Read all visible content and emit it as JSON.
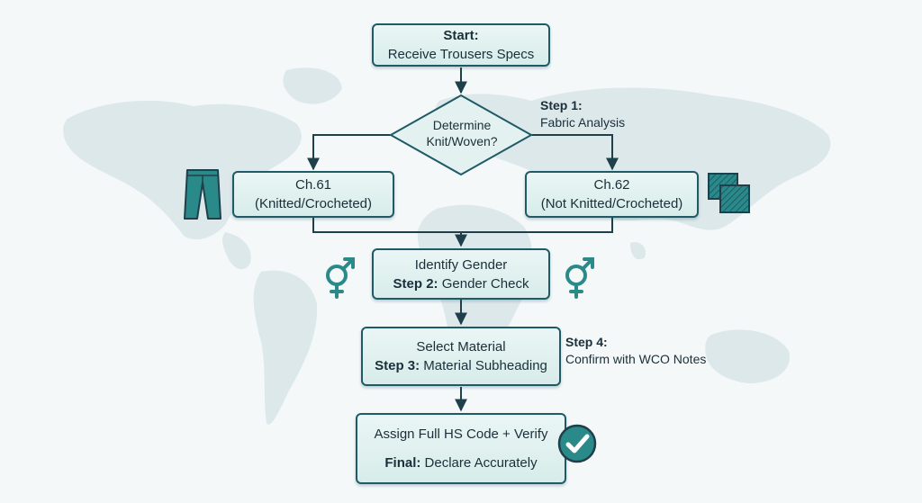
{
  "nodes": {
    "start": {
      "label": "Start:",
      "text": "Receive Trousers Specs"
    },
    "decision": {
      "text": "Determine Knit/Woven?"
    },
    "ch61": {
      "title": "Ch.61",
      "text": "(Knitted/Crocheted)"
    },
    "ch62": {
      "title": "Ch.62",
      "text": "(Not Knitted/Crocheted)"
    },
    "gender": {
      "title": "Identify Gender",
      "label": "Step 2:",
      "text": "Gender Check"
    },
    "material": {
      "title": "Select Material",
      "label": "Step 3:",
      "text": "Material Subheading"
    },
    "final": {
      "title": "Assign Full HS Code + Verify",
      "label": "Final:",
      "text": "Declare Accurately"
    }
  },
  "notes": {
    "step1": {
      "label": "Step 1:",
      "text": "Fabric Analysis"
    },
    "step4": {
      "label": "Step 4:",
      "text": "Confirm with WCO Notes"
    }
  },
  "icons": {
    "trousers": "trousers-icon",
    "fabric": "fabric-swatches-icon",
    "gender_left": "gender-symbol-icon",
    "gender_right": "gender-symbol-icon",
    "check": "checkmark-badge-icon"
  },
  "colors": {
    "box_border": "#1f5a66",
    "box_fill": "#e3f2f1",
    "connector": "#1f3f4a",
    "icon_teal": "#2a8a8a",
    "map": "#dde8eb"
  }
}
